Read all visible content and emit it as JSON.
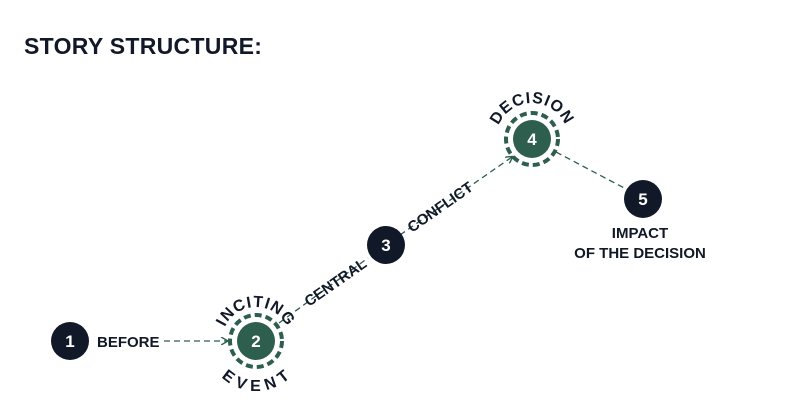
{
  "title": "STORY STRUCTURE:",
  "colors": {
    "dark": "#111827",
    "accent": "#2e5e4e"
  },
  "steps": [
    {
      "number": "1",
      "label": "BEFORE",
      "highlight": false
    },
    {
      "number": "2",
      "label_top": "INCITING",
      "label_bottom": "EVENT",
      "highlight": true
    },
    {
      "number": "3",
      "label_left": "CENTRAL",
      "label_right": "CONFLICT",
      "highlight": false
    },
    {
      "number": "4",
      "label_top": "DECISION",
      "highlight": true
    },
    {
      "number": "5",
      "label_line1": "IMPACT",
      "label_line2": "OF THE DECISION",
      "highlight": false
    }
  ]
}
